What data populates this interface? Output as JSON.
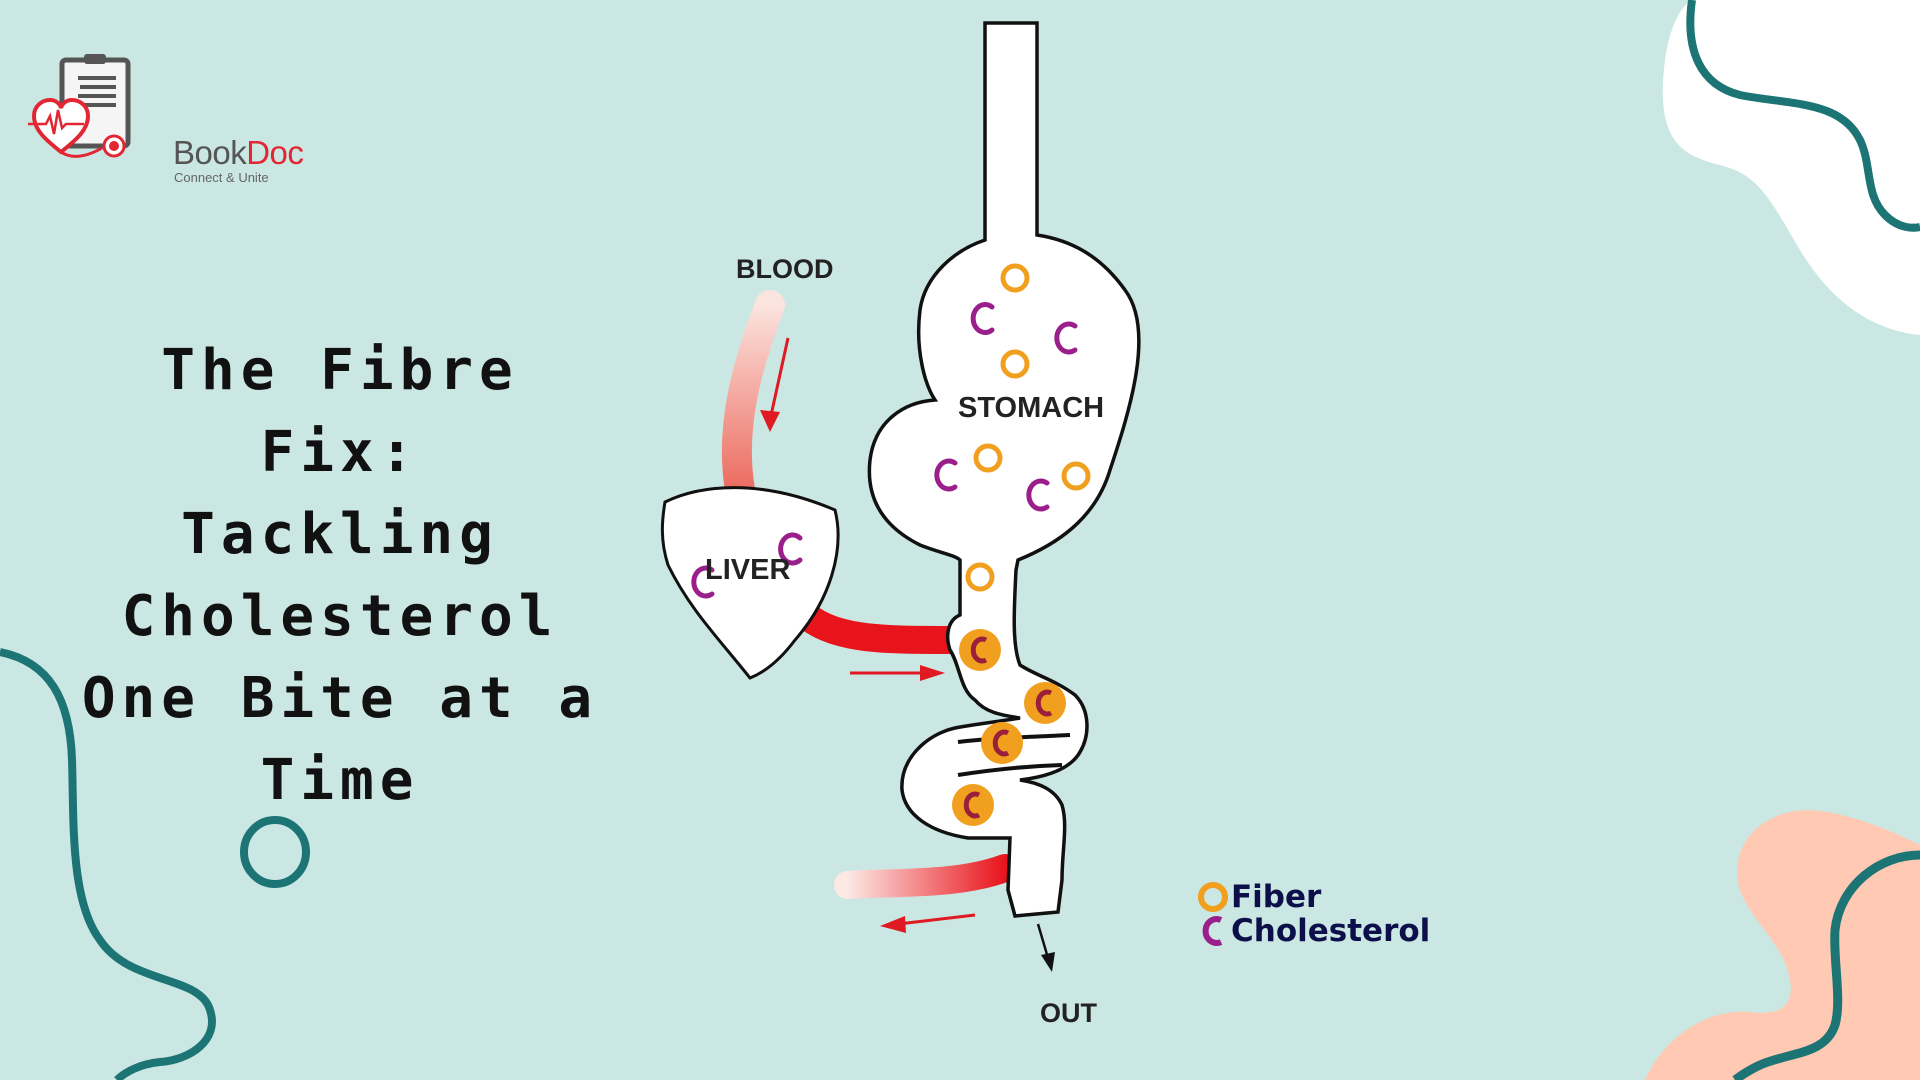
{
  "brand": {
    "name_part1": "Book",
    "name_part2": "Doc",
    "tagline": "Connect & Unite",
    "colors": {
      "primary_red": "#e32633",
      "gray": "#555555"
    }
  },
  "title": {
    "lines": [
      "The Fibre Fix:",
      "Tackling",
      "Cholesterol",
      "One Bite at a",
      "Time"
    ]
  },
  "diagram": {
    "labels": {
      "blood": "BLOOD",
      "stomach": "STOMACH",
      "liver": "LIVER",
      "out": "OUT"
    },
    "colors": {
      "fiber": "#f0a01e",
      "cholesterol": "#9a1f8a",
      "blood_red": "#e8141c",
      "outline": "#111111"
    }
  },
  "legend": {
    "items": [
      {
        "symbol": "fiber-ring",
        "label": "Fiber"
      },
      {
        "symbol": "cholesterol-c",
        "label": "Cholesterol"
      }
    ]
  },
  "decor": {
    "colors": {
      "background": "#cbe7e3",
      "teal_line": "#1d7475",
      "peach": "#ffc9b3",
      "white": "#ffffff"
    }
  }
}
